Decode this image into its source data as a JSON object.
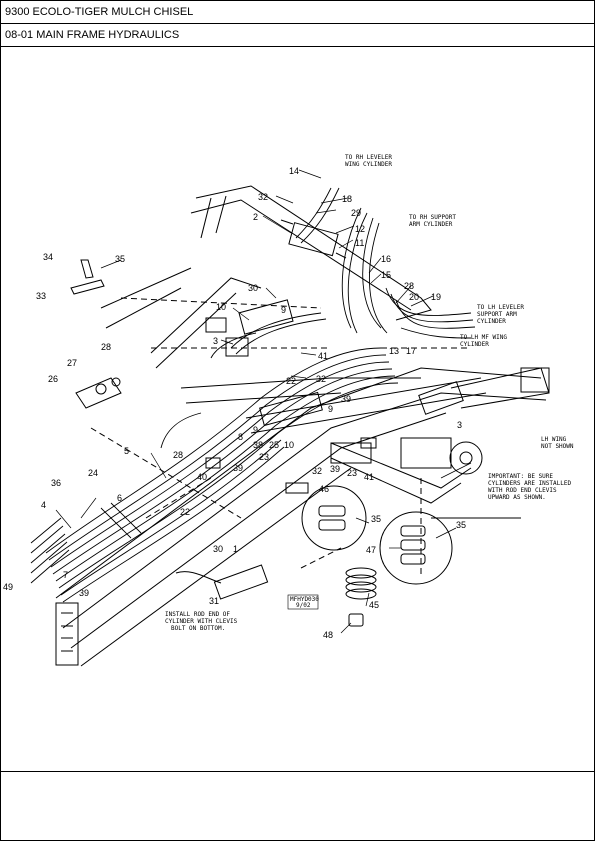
{
  "header": {
    "title": "9300 ECOLO-TIGER MULCH CHISEL",
    "subtitle": "08-01 MAIN FRAME HYDRAULICS"
  },
  "callouts": {
    "c14": "14",
    "c18": "18",
    "c29": "29",
    "c32a": "32",
    "c2": "2",
    "c12": "12",
    "c11": "11",
    "c16": "16",
    "c15": "15",
    "c28a": "28",
    "c20": "20",
    "c19": "19",
    "c34": "34",
    "c35a": "35",
    "c33": "33",
    "c30a": "30",
    "c10a": "10",
    "c9a": "9",
    "c3a": "3",
    "c41a": "41",
    "c13": "13",
    "c17": "17",
    "c27": "27",
    "c28b": "28",
    "c26": "26",
    "c22a": "22",
    "c32b": "32",
    "c39a": "39",
    "c9b": "9",
    "c9c": "9",
    "c8": "8",
    "c38": "38",
    "c25": "25",
    "c10b": "10",
    "c5": "5",
    "c28c": "28",
    "c23a": "23",
    "c39b": "39",
    "c40": "40",
    "c32c": "32",
    "c39c": "39",
    "c23b": "23",
    "c41b": "41",
    "c3b": "3",
    "c36": "36",
    "c24": "24",
    "c6": "6",
    "c4": "4",
    "c22b": "22",
    "c46": "46",
    "c35b": "35",
    "c35c": "35",
    "c47": "47",
    "c30b": "30",
    "c1": "1",
    "c7": "7",
    "c49": "49",
    "c39d": "39",
    "c31": "31",
    "c45": "45",
    "c48": "48"
  },
  "notes": {
    "rh_leveler": [
      "TO RH LEVELER",
      "WING CYLINDER"
    ],
    "rh_support": [
      "TO RH SUPPORT",
      "ARM CYLINDER"
    ],
    "lh_leveler": [
      "TO LH LEVELER",
      "SUPPORT ARM",
      "CYLINDER"
    ],
    "lh_mf": [
      "TO LH MF WING",
      "CYLINDER"
    ],
    "lh_wing": [
      "LH WING",
      "NOT SHOWN"
    ],
    "important": [
      "IMPORTANT: BE SURE",
      "CYLINDERS ARE INSTALLED",
      "WITH ROD END CLEVIS",
      "UPWARD AS SHOWN."
    ],
    "install": [
      "INSTALL ROD END OF",
      "CYLINDER WITH CLEVIS",
      "BOLT ON BOTTOM."
    ],
    "drawing_id": [
      "MFHYD030",
      "9/02"
    ]
  }
}
